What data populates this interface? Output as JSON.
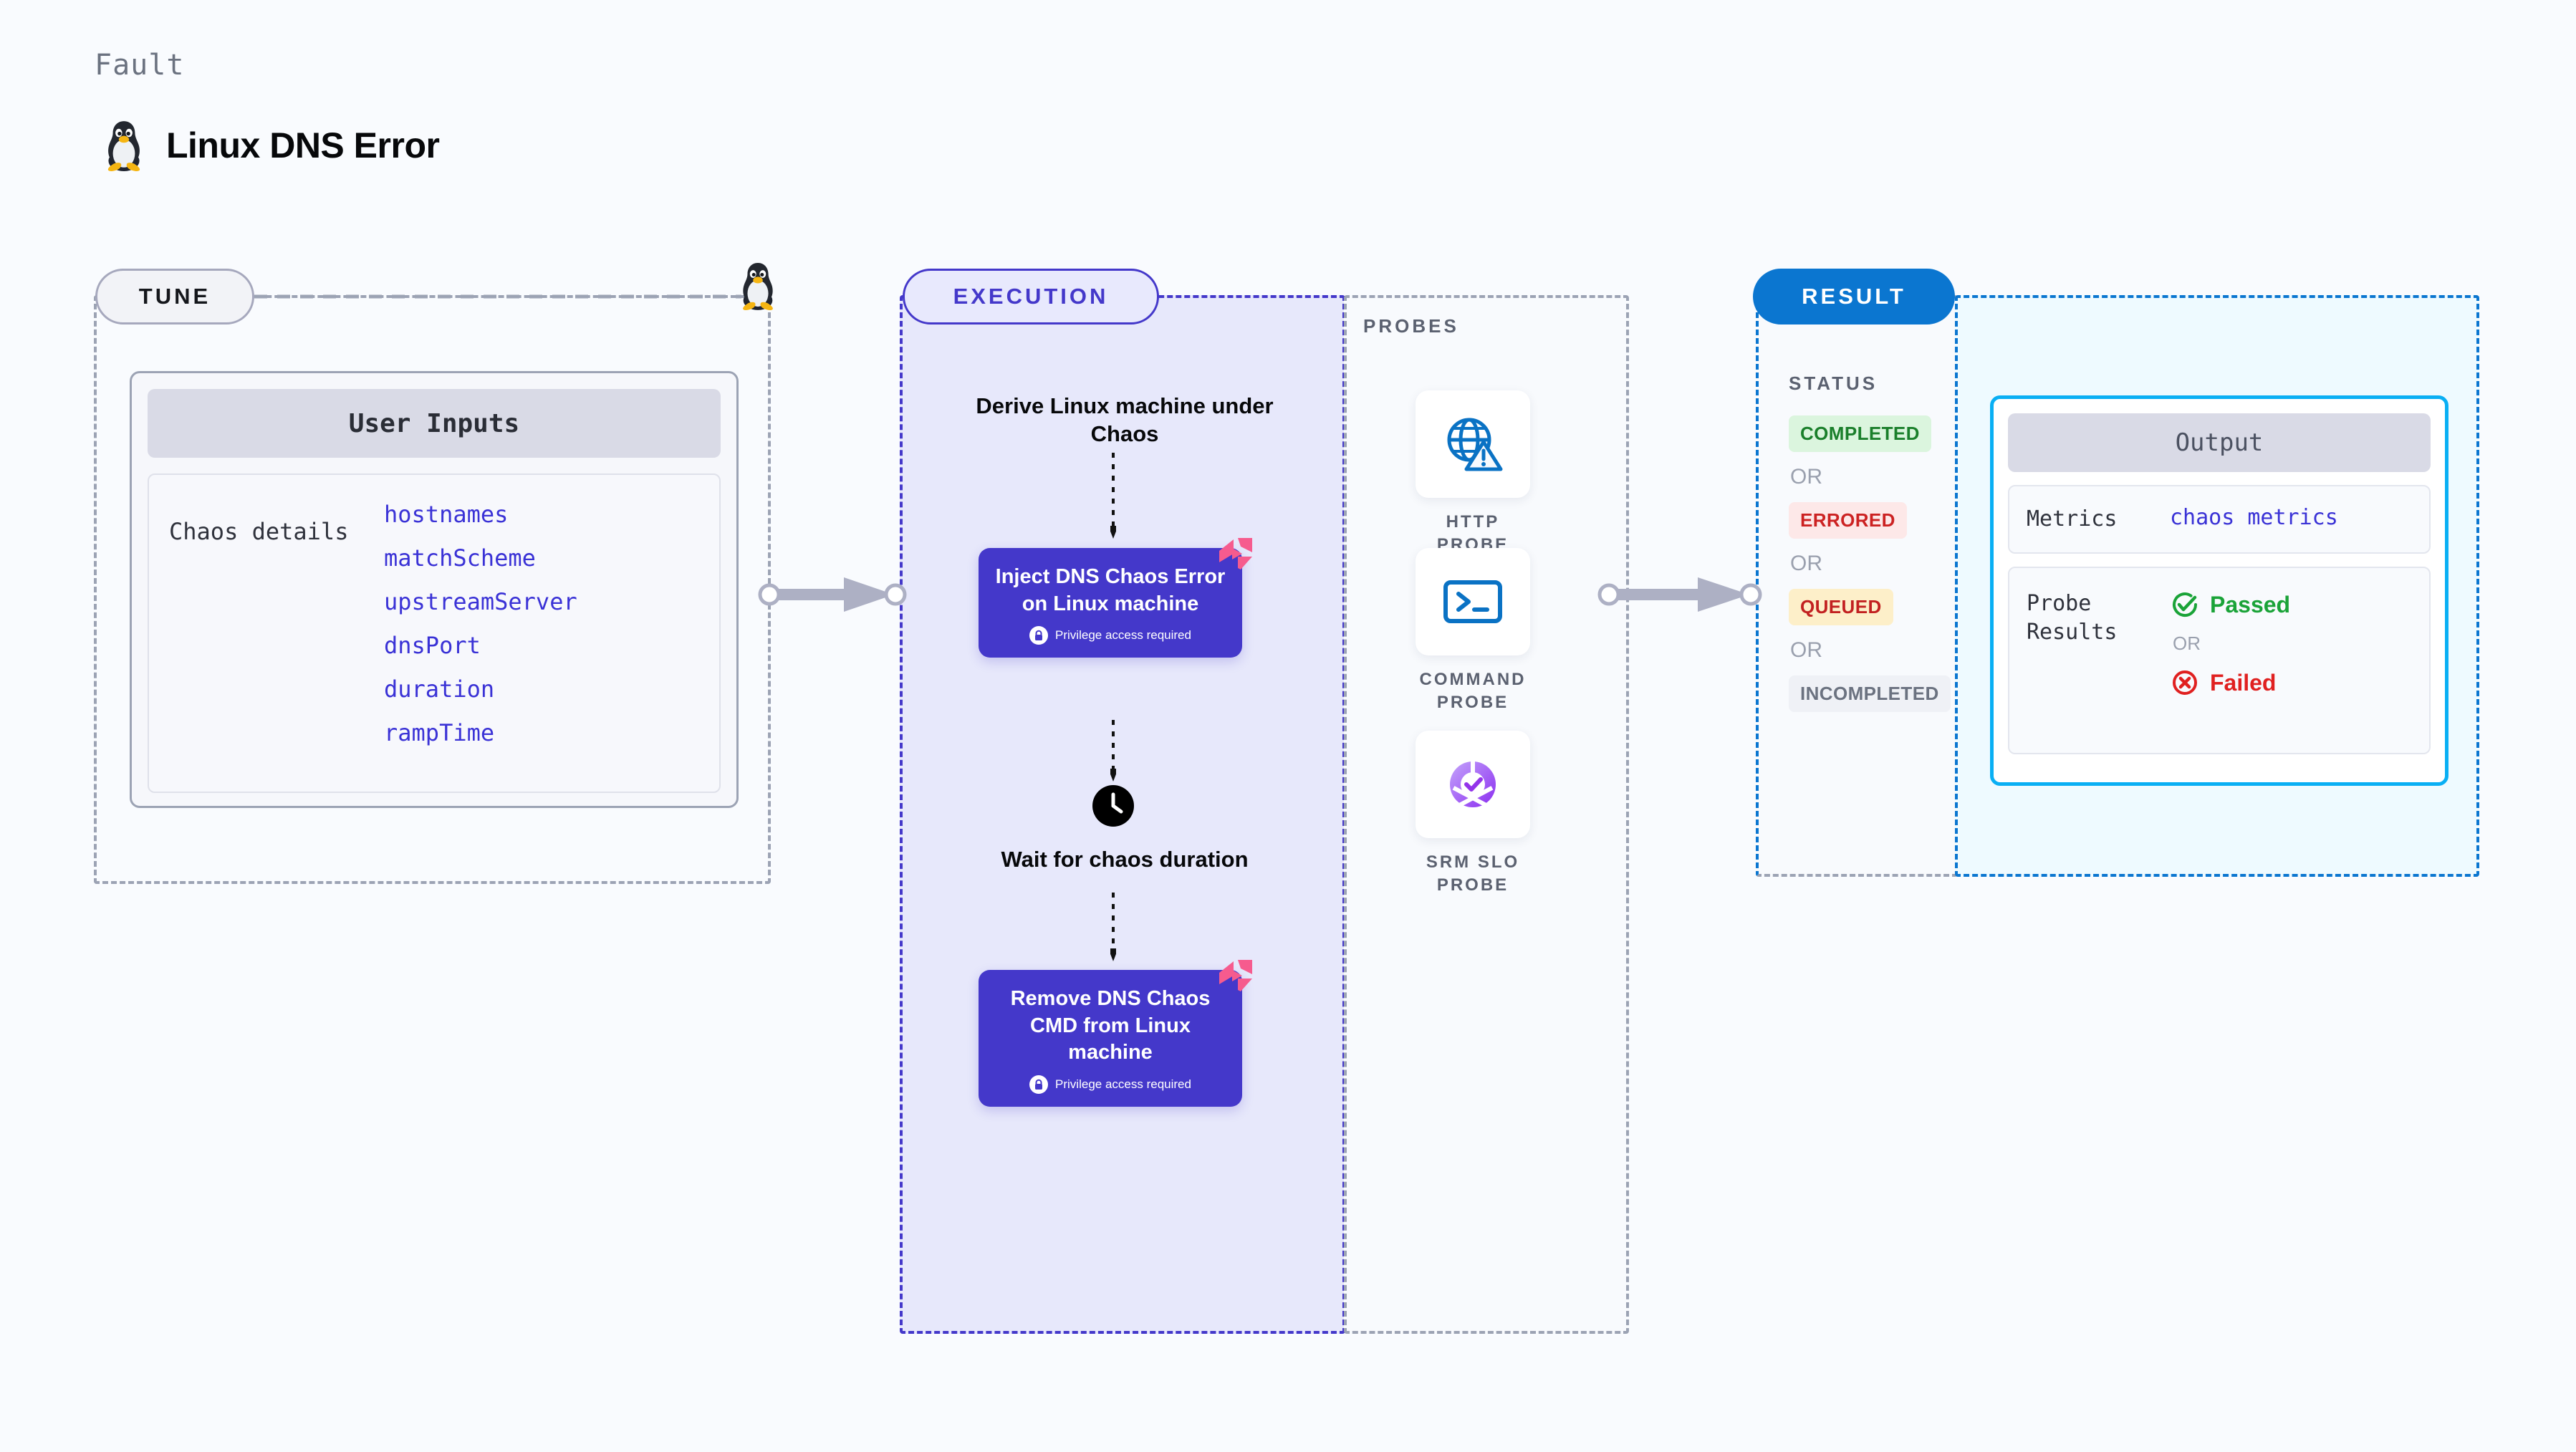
{
  "header": {
    "kicker": "Fault",
    "title": "Linux DNS Error",
    "icon": "tux-penguin-icon"
  },
  "tune": {
    "pill_label": "TUNE",
    "card_title": "User Inputs",
    "group_label": "Chaos details",
    "params": [
      "hostnames",
      "matchScheme",
      "upstreamServer",
      "dnsPort",
      "duration",
      "rampTime"
    ],
    "icon": "tux-penguin-icon"
  },
  "execution": {
    "pill_label": "EXECUTION",
    "step_derive": "Derive Linux machine under Chaos",
    "card_inject": {
      "title": "Inject DNS Chaos Error on Linux machine",
      "note": "Privilege access required",
      "note_icon": "lock-icon",
      "corner_icon": "harness-flag-icon"
    },
    "step_wait": "Wait for chaos duration",
    "wait_icon": "clock-icon",
    "card_remove": {
      "title": "Remove DNS Chaos CMD from Linux machine",
      "note": "Privilege access required",
      "note_icon": "lock-icon",
      "corner_icon": "harness-flag-icon"
    }
  },
  "probes": {
    "label": "PROBES",
    "items": [
      {
        "name": "HTTP PROBE",
        "icon": "globe-warning-icon"
      },
      {
        "name": "COMMAND PROBE",
        "icon": "terminal-icon"
      },
      {
        "name": "SRM SLO PROBE",
        "icon": "slo-donut-check-icon"
      }
    ]
  },
  "result": {
    "pill_label": "RESULT",
    "status_label": "STATUS",
    "or_label": "OR",
    "statuses": [
      {
        "label": "COMPLETED",
        "style": "b-completed"
      },
      {
        "label": "ERRORED",
        "style": "b-errored"
      },
      {
        "label": "QUEUED",
        "style": "b-queued"
      },
      {
        "label": "INCOMPLETED",
        "style": "b-incomplete"
      }
    ],
    "output": {
      "title": "Output",
      "metrics_key": "Metrics",
      "metrics_value": "chaos metrics",
      "probe_results_key": "Probe Results",
      "passed_label": "Passed",
      "passed_icon": "check-circle-icon",
      "failed_label": "Failed",
      "failed_icon": "x-circle-icon",
      "or_label": "OR"
    }
  },
  "colors": {
    "background": "#f9fbfe",
    "indigo": "#4438ca",
    "indigo_fill": "#e7e8fb",
    "blue": "#0b76d0",
    "cyan": "#09aff4",
    "cyan_fill": "#eefaff",
    "gray_dash": "#9ca3b4",
    "pink": "#f65b8e",
    "green": "#1aa338",
    "red": "#e02020"
  }
}
